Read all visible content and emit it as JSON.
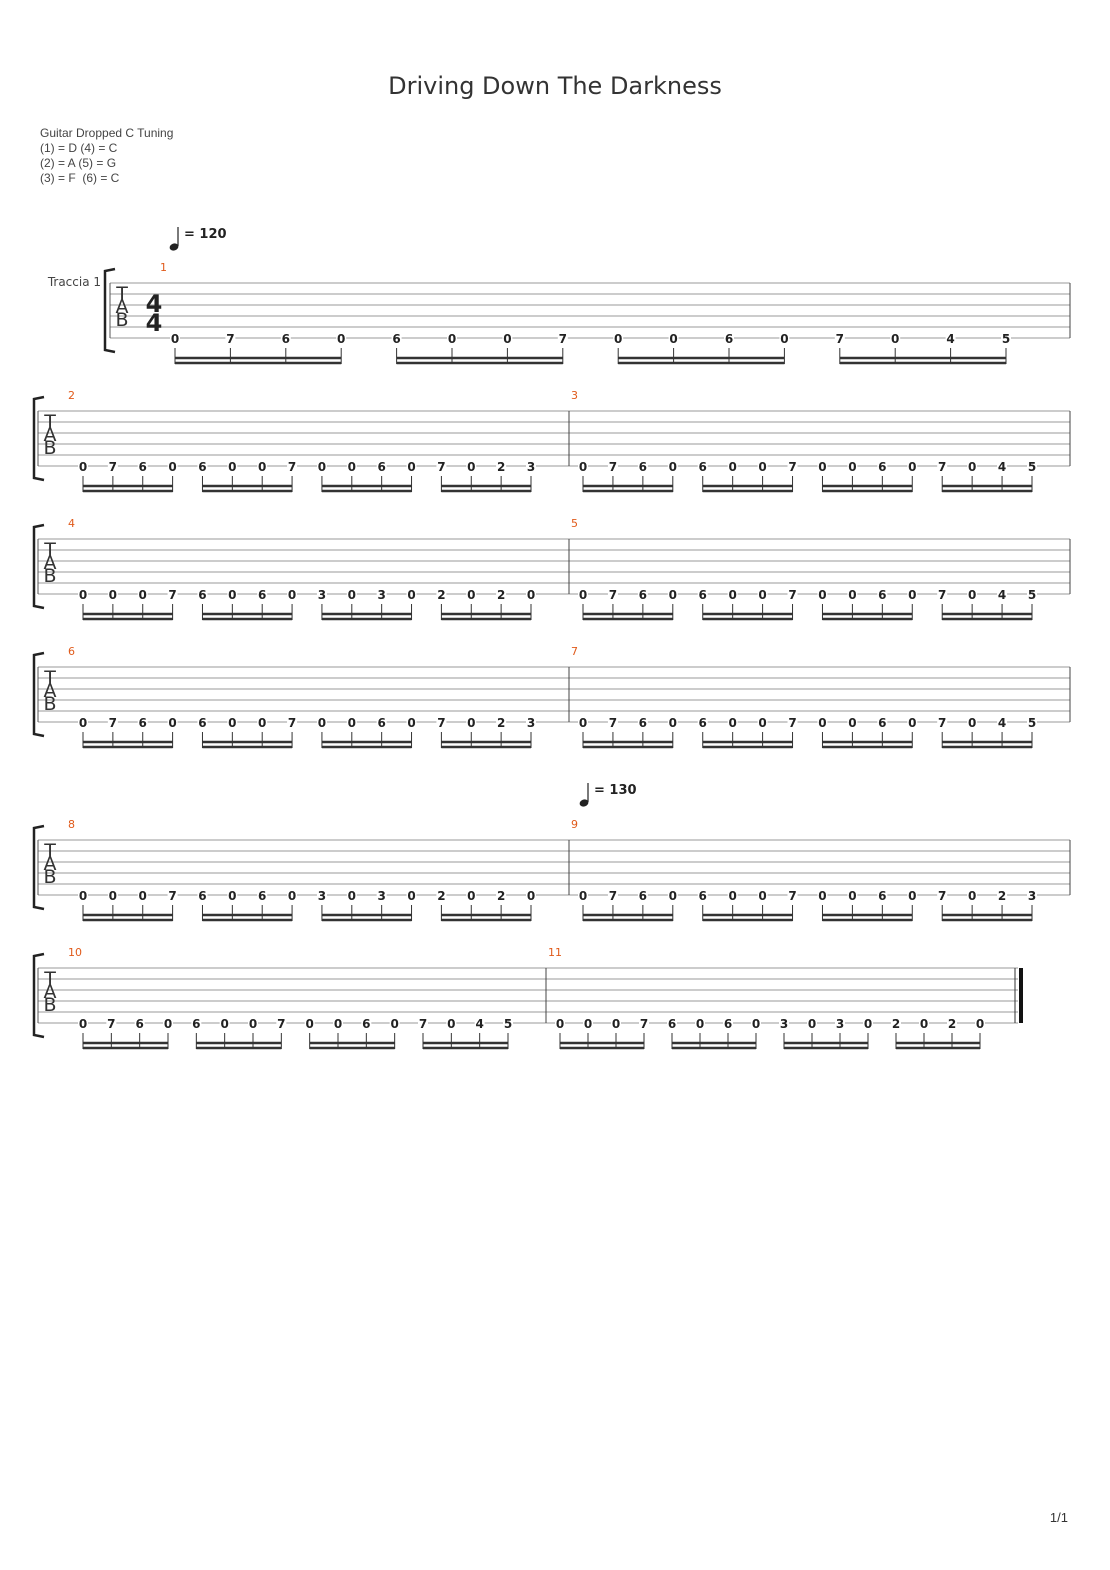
{
  "title": "Driving Down The Darkness",
  "tuning": {
    "instrument": "Guitar Dropped C Tuning",
    "lines": [
      "(1) = D (4) = C",
      "(2) = A (5) = G",
      "(3) = F  (6) = C"
    ]
  },
  "track_name": "Traccia 1",
  "time_signature": {
    "top": "4",
    "bottom": "4"
  },
  "tab_letters": [
    "T",
    "A",
    "B"
  ],
  "tempos": [
    {
      "label": "= 120",
      "measure": 1
    },
    {
      "label": "= 130",
      "measure": 9
    }
  ],
  "page_number": "1/1",
  "measures": [
    {
      "number": "1",
      "frets": [
        "0",
        "7",
        "6",
        "0",
        "6",
        "0",
        "0",
        "7",
        "0",
        "0",
        "6",
        "0",
        "7",
        "0",
        "4",
        "5"
      ]
    },
    {
      "number": "2",
      "frets": [
        "0",
        "7",
        "6",
        "0",
        "6",
        "0",
        "0",
        "7",
        "0",
        "0",
        "6",
        "0",
        "7",
        "0",
        "2",
        "3"
      ]
    },
    {
      "number": "3",
      "frets": [
        "0",
        "7",
        "6",
        "0",
        "6",
        "0",
        "0",
        "7",
        "0",
        "0",
        "6",
        "0",
        "7",
        "0",
        "4",
        "5"
      ]
    },
    {
      "number": "4",
      "frets": [
        "0",
        "0",
        "0",
        "7",
        "6",
        "0",
        "6",
        "0",
        "3",
        "0",
        "3",
        "0",
        "2",
        "0",
        "2",
        "0"
      ]
    },
    {
      "number": "5",
      "frets": [
        "0",
        "7",
        "6",
        "0",
        "6",
        "0",
        "0",
        "7",
        "0",
        "0",
        "6",
        "0",
        "7",
        "0",
        "4",
        "5"
      ]
    },
    {
      "number": "6",
      "frets": [
        "0",
        "7",
        "6",
        "0",
        "6",
        "0",
        "0",
        "7",
        "0",
        "0",
        "6",
        "0",
        "7",
        "0",
        "2",
        "3"
      ]
    },
    {
      "number": "7",
      "frets": [
        "0",
        "7",
        "6",
        "0",
        "6",
        "0",
        "0",
        "7",
        "0",
        "0",
        "6",
        "0",
        "7",
        "0",
        "4",
        "5"
      ]
    },
    {
      "number": "8",
      "frets": [
        "0",
        "0",
        "0",
        "7",
        "6",
        "0",
        "6",
        "0",
        "3",
        "0",
        "3",
        "0",
        "2",
        "0",
        "2",
        "0"
      ]
    },
    {
      "number": "9",
      "frets": [
        "0",
        "7",
        "6",
        "0",
        "6",
        "0",
        "0",
        "7",
        "0",
        "0",
        "6",
        "0",
        "7",
        "0",
        "2",
        "3"
      ]
    },
    {
      "number": "10",
      "frets": [
        "0",
        "7",
        "6",
        "0",
        "6",
        "0",
        "0",
        "7",
        "0",
        "0",
        "6",
        "0",
        "7",
        "0",
        "4",
        "5"
      ]
    },
    {
      "number": "11",
      "frets": [
        "0",
        "0",
        "0",
        "7",
        "6",
        "0",
        "6",
        "0",
        "3",
        "0",
        "3",
        "0",
        "2",
        "0",
        "2",
        "0"
      ]
    }
  ]
}
